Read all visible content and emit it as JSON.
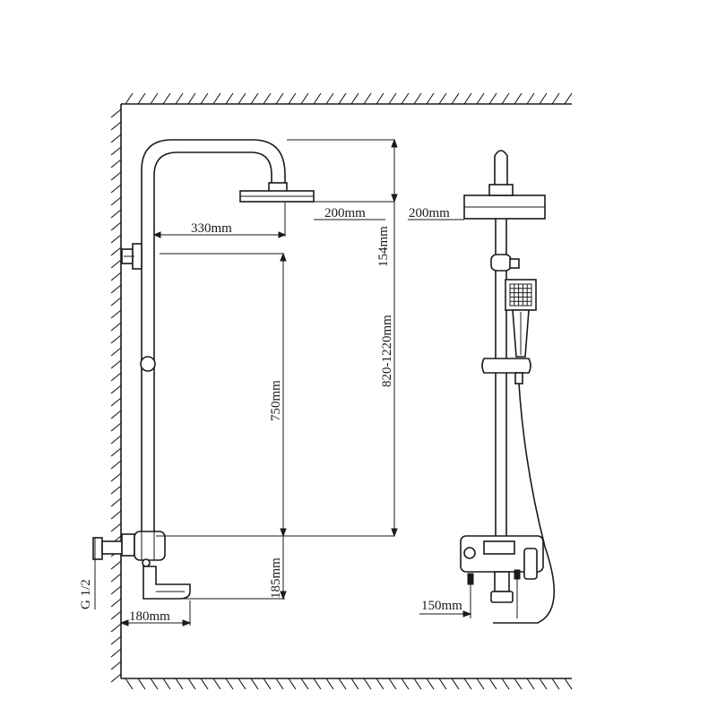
{
  "dimensions": {
    "head_width_side": "200mm",
    "arm_length": "330mm",
    "head_drop": "154mm",
    "height_range": "820-1220mm",
    "bar_length": "750mm",
    "valve_to_bar": "185mm",
    "spout_length": "180mm",
    "head_width_front": "200mm",
    "valve_center": "150mm",
    "thread": "G 1/2"
  }
}
